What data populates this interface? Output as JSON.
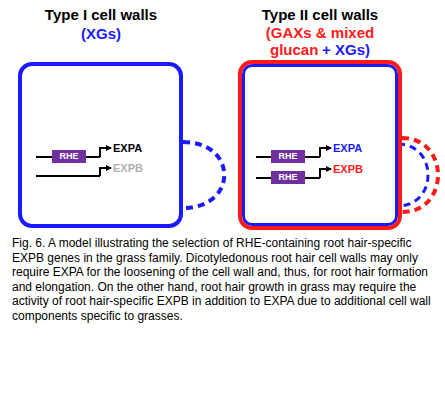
{
  "diagram": {
    "caption": "Fig. 6. A model illustrating the selection of RHE-containing root hair-specific EXPB genes in the grass family. Dicotyledonous root hair cell walls may only require EXPA for the loosening of the cell wall and, thus, for root hair formation and elongation. On the other hand, root hair growth in grass may require the activity of root hair-specific EXPB in addition to EXPA due to additional cell wall components specific to grasses.",
    "nodes": [
      {
        "text": [
          "Type I cell walls",
          "(XGs)"
        ]
      },
      {
        "text": [
          "RHE"
        ],
        "in": 0
      },
      {
        "text": [
          "Type II cell walls",
          "(GAXs & mixed glucan",
          "+ XGs)"
        ]
      },
      {
        "text": [
          "RHE"
        ],
        "in": 2
      },
      {
        "text": [
          "RHE"
        ],
        "in": 2
      }
    ],
    "labels": [
      "EXPA",
      "EXPB",
      "EXPA",
      "EXPB"
    ]
  }
}
